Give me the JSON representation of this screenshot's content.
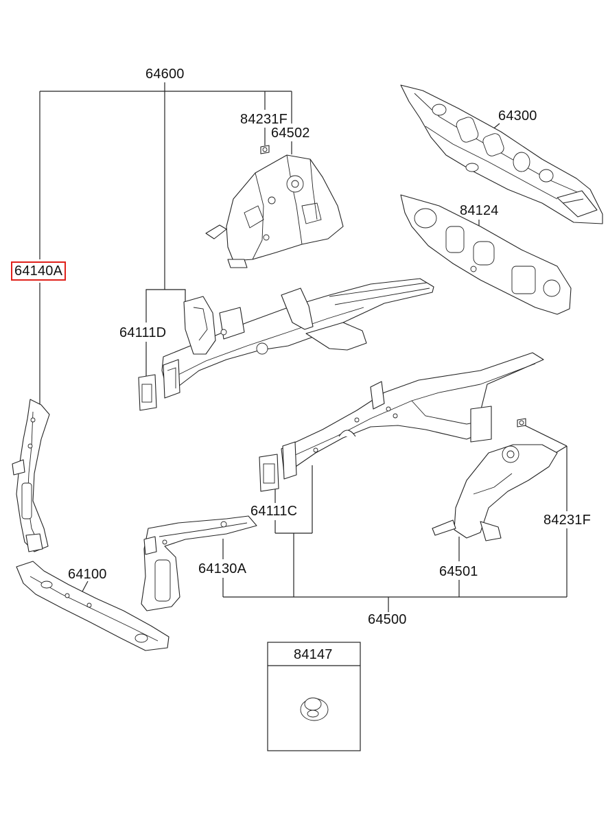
{
  "diagram": {
    "labels": {
      "p64600": "64600",
      "p84231F_top": "84231F",
      "p64502": "64502",
      "p64300": "64300",
      "p84124": "84124",
      "p64140A": "64140A",
      "p64111D": "64111D",
      "p64111C": "64111C",
      "p84231F_right": "84231F",
      "p64130A": "64130A",
      "p64501": "64501",
      "p64100": "64100",
      "p64500": "64500",
      "p84147": "84147"
    },
    "highlight_color": "#e0201a",
    "line_color": "#222222"
  }
}
